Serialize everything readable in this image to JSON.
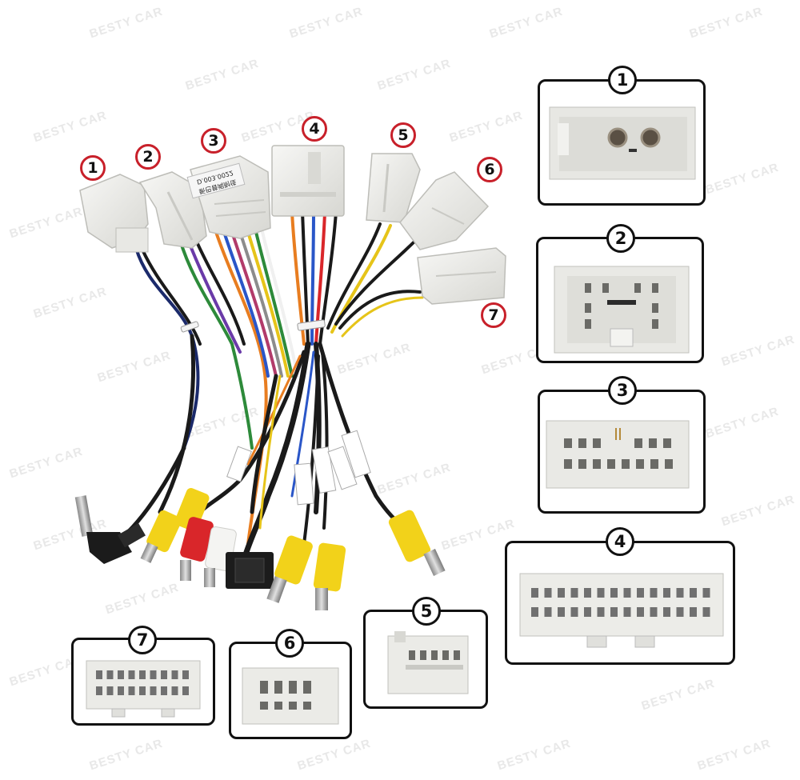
{
  "watermark": "BESTY CAR",
  "harness_labels": [
    "①",
    "②",
    "③",
    "④",
    "⑤",
    "⑥",
    "⑦"
  ],
  "harness_numbers": [
    "1",
    "2",
    "3",
    "4",
    "5",
    "6",
    "7"
  ],
  "panels": [
    {
      "number": "1"
    },
    {
      "number": "2"
    },
    {
      "number": "3"
    },
    {
      "number": "4"
    },
    {
      "number": "5"
    },
    {
      "number": "6"
    },
    {
      "number": "7"
    }
  ],
  "connector3_label": "新巴普闻耐佳 D.003.0022",
  "colors": {
    "red_circle": "#c8202a",
    "rca_yellow": "#f2d21a",
    "rca_red": "#d9262a",
    "rca_white": "#f2f2f2",
    "connector_white": "#ecece9",
    "wire_black": "#1a1a1a"
  }
}
